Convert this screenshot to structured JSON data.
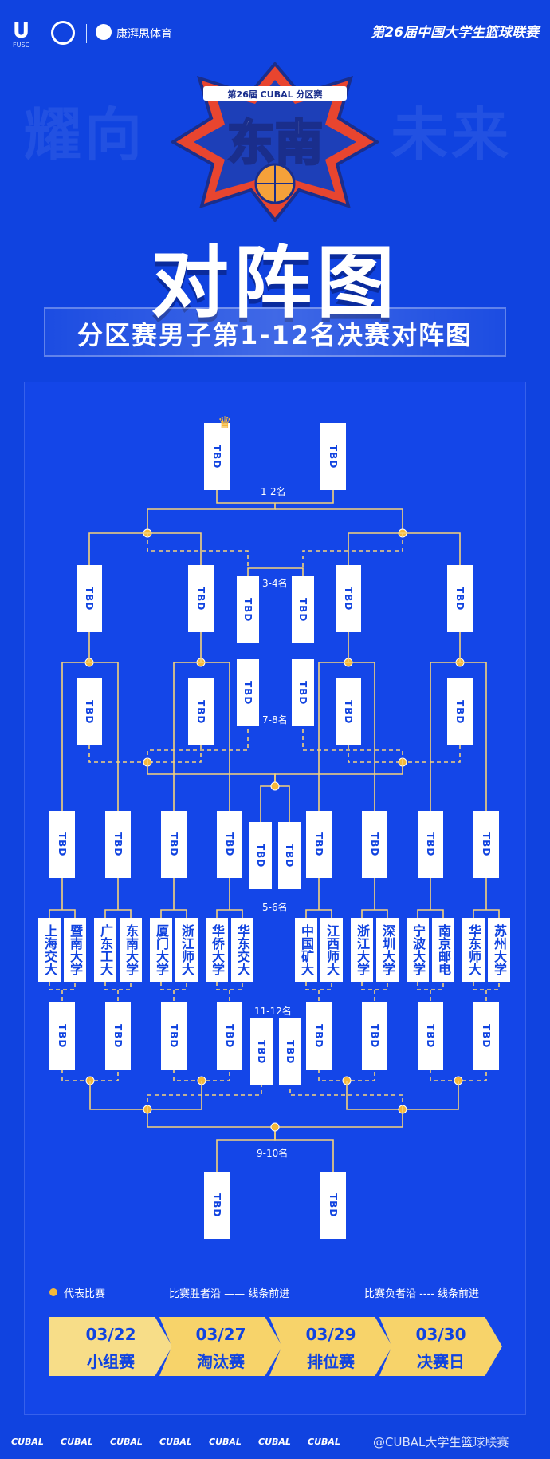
{
  "header": {
    "logo_letter": "U",
    "logo_sub": "FUSC",
    "sponsor": "康湃思体育",
    "league": "第26届中国大学生篮球联赛"
  },
  "hero": {
    "bg_left": "耀向",
    "bg_right": "未来",
    "badge_top": "第26届 CUBAL 分区赛",
    "badge_main": "东南",
    "title": "对阵图",
    "subtitle": "分区赛男子第1-12名决赛对阵图"
  },
  "bracket": {
    "tbd": "TBD",
    "labels": {
      "final_1_2": "1-2名",
      "place_3_4": "3-4名",
      "place_7_8": "7-8名",
      "place_5_6": "5-6名",
      "place_11_12": "11-12名",
      "place_9_10": "9-10名"
    },
    "teams": [
      "上海交大",
      "暨南大学",
      "广东工大",
      "东南大学",
      "厦门大学",
      "浙江师大",
      "华侨大学",
      "华东交大",
      "中国矿大",
      "江西师大",
      "浙江大学",
      "深圳大学",
      "宁波大学",
      "南京邮电",
      "华东师大",
      "苏州大学"
    ]
  },
  "legend": {
    "match": "代表比赛",
    "winner": "比赛胜者沿 —— 线条前进",
    "loser": "比赛负者沿 ---- 线条前进"
  },
  "stages": [
    {
      "date": "03/22",
      "name": "小组赛"
    },
    {
      "date": "03/27",
      "name": "淘汰赛"
    },
    {
      "date": "03/29",
      "name": "排位赛"
    },
    {
      "date": "03/30",
      "name": "决赛日"
    }
  ],
  "footer": {
    "brand": "CUBAL",
    "watermark": "@CUBAL大学生篮球联赛"
  },
  "colors": {
    "background": "#1043e0",
    "accent": "#f5b83a",
    "box": "#ffffff"
  }
}
